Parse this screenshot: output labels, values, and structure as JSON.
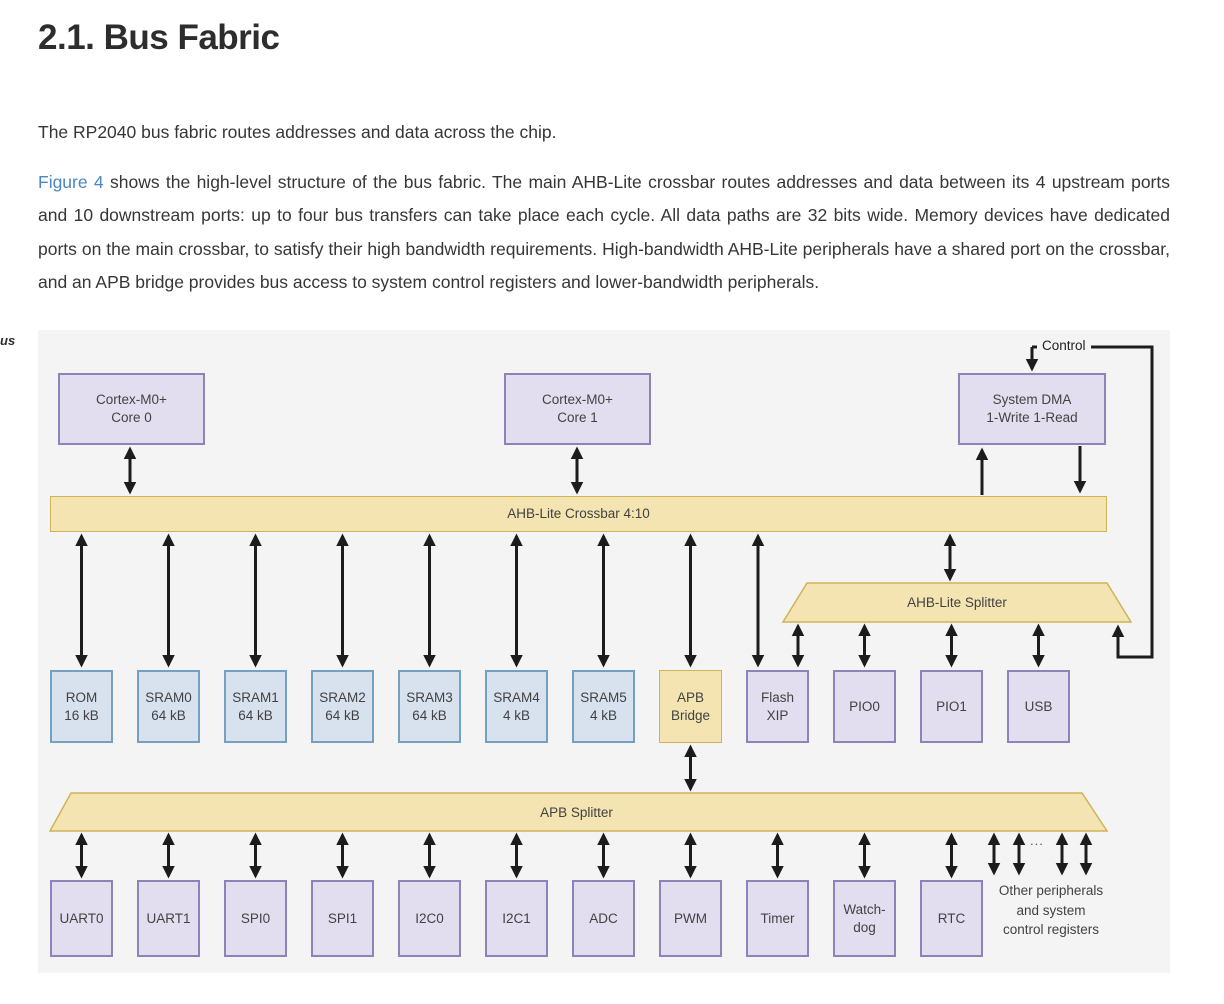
{
  "page": {
    "heading": "2.1. Bus Fabric",
    "paragraph1": "The RP2040 bus fabric routes addresses and data across the chip.",
    "figure_link": "Figure 4",
    "paragraph2_rest": " shows the high-level structure of the bus fabric. The main AHB-Lite crossbar routes addresses and data between its 4 upstream ports and 10 downstream ports: up to four bus transfers can take place each cycle. All data paths are 32 bits wide. Memory devices have dedicated ports on the main crossbar, to satisfy their high bandwidth requirements. High-bandwidth AHB-Lite peripherals have a shared port on the crossbar, and an APB bridge provides bus access to system control registers and lower-bandwidth peripherals.",
    "margin_caption_fragment": "us"
  },
  "diagram": {
    "control_label": "Control",
    "crossbar_label": "AHB-Lite Crossbar 4:10",
    "ahb_splitter_label": "AHB-Lite Splitter",
    "apb_splitter_label": "APB Splitter",
    "ellipsis": "...",
    "other_peripherals_note": "Other peripherals\nand system\ncontrol registers",
    "top_boxes": [
      {
        "label": "Cortex-M0+\nCore 0"
      },
      {
        "label": "Cortex-M0+\nCore 1"
      },
      {
        "label": "System DMA\n1-Write 1-Read"
      }
    ],
    "mid_boxes": [
      {
        "label": "ROM\n16 kB"
      },
      {
        "label": "SRAM0\n64 kB"
      },
      {
        "label": "SRAM1\n64 kB"
      },
      {
        "label": "SRAM2\n64 kB"
      },
      {
        "label": "SRAM3\n64 kB"
      },
      {
        "label": "SRAM4\n4 kB"
      },
      {
        "label": "SRAM5\n4 kB"
      },
      {
        "label": "APB\nBridge"
      },
      {
        "label": "Flash\nXIP"
      },
      {
        "label": "PIO0"
      },
      {
        "label": "PIO1"
      },
      {
        "label": "USB"
      }
    ],
    "bottom_boxes": [
      {
        "label": "UART0"
      },
      {
        "label": "UART1"
      },
      {
        "label": "SPI0"
      },
      {
        "label": "SPI1"
      },
      {
        "label": "I2C0"
      },
      {
        "label": "I2C1"
      },
      {
        "label": "ADC"
      },
      {
        "label": "PWM"
      },
      {
        "label": "Timer"
      },
      {
        "label": "Watch-\ndog"
      },
      {
        "label": "RTC"
      }
    ]
  },
  "theme": {
    "heading": "#2d2d2d",
    "text": "#363636",
    "link": "#4a86c8",
    "figure_bg": "#f4f4f4",
    "purple_fill": "#e2deef",
    "purple_border": "#8d83b8",
    "blue_fill": "#d8e2ef",
    "blue_border": "#74a0c2",
    "yellow_fill": "#f3e4b2",
    "yellow_border": "#cfb358",
    "arrow": "#1c1c1c",
    "diagram_text": "#424242"
  }
}
